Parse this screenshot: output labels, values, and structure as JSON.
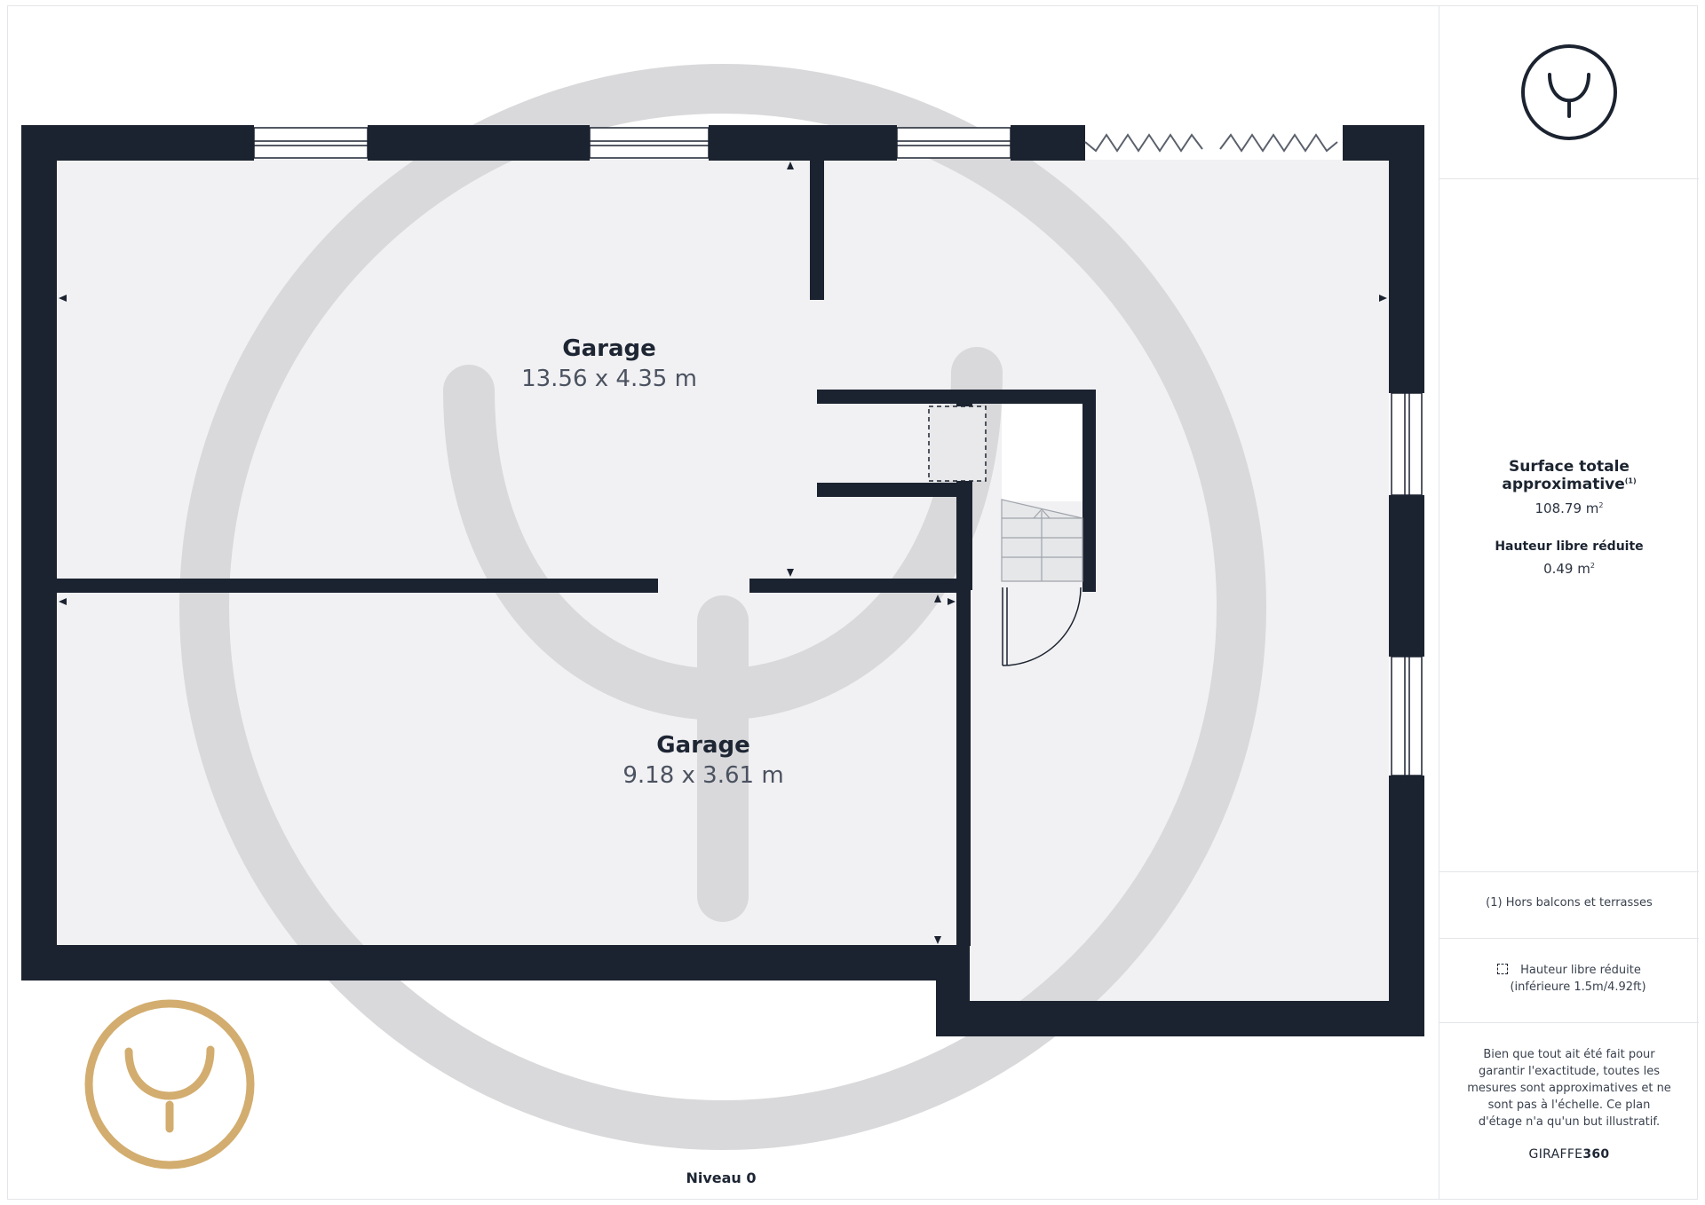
{
  "rooms": [
    {
      "name": "Garage",
      "dimensions": "13.56 x 4.35 m"
    },
    {
      "name": "Garage",
      "dimensions": "9.18 x 3.61 m"
    }
  ],
  "level_label": "Niveau 0",
  "panel": {
    "surface_title": "Surface totale approximative",
    "surface_note_marker": "(1)",
    "surface_value": "108.79 m",
    "surface_unit_exp": "2",
    "height_title": "Hauteur libre réduite",
    "height_value": "0.49 m",
    "height_unit_exp": "2",
    "footnote": "(1) Hors balcons et terrasses",
    "legend_line1": "Hauteur libre réduite",
    "legend_line2": "(inférieure 1.5m/4.92ft)",
    "disclaimer": "Bien que tout ait été fait pour garantir l'exactitude, toutes les mesures sont approximatives et ne sont pas à l'échelle. Ce plan d'étage n'a qu'un but illustratif.",
    "brand_prefix": "GIRAFFE",
    "brand_suffix": "360"
  },
  "colors": {
    "wall": "#1c2330",
    "floor": "#f1f1f3",
    "watermark": "#d9d9db",
    "gold_logo": "#d2ad6f",
    "text": "#1e2634"
  },
  "icons": [
    "giraffe360-logo-icon",
    "watermark-logo-icon",
    "gold-logo-icon",
    "reduced-height-legend-icon"
  ]
}
